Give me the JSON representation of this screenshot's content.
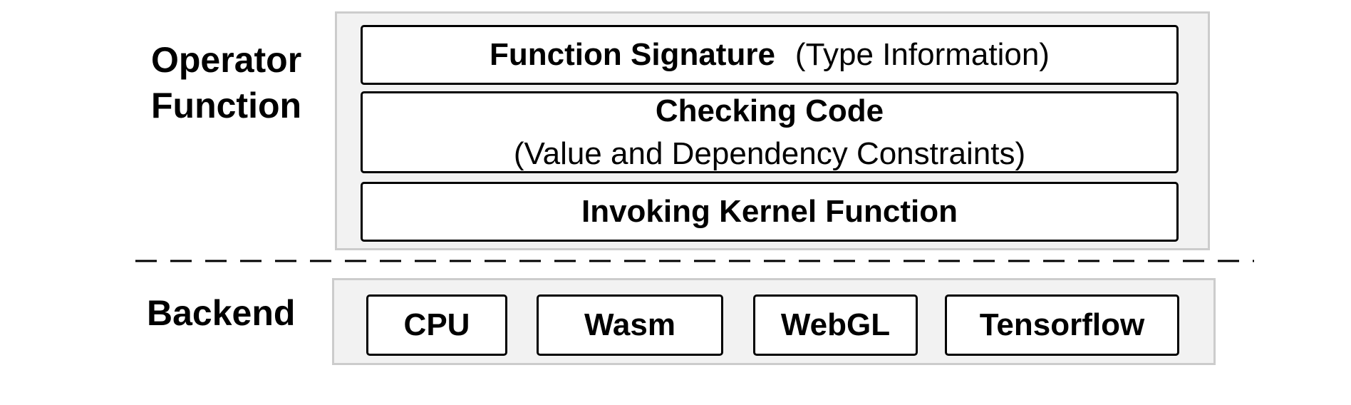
{
  "operator_function": {
    "label_line1": "Operator",
    "label_line2": "Function",
    "signature": {
      "title": "Function Signature",
      "note": "(Type Information)"
    },
    "checking": {
      "title": "Checking Code",
      "note": "(Value and Dependency Constraints)"
    },
    "invoking": {
      "title": "Invoking Kernel Function"
    }
  },
  "backend": {
    "label": "Backend",
    "items": [
      "CPU",
      "Wasm",
      "WebGL",
      "Tensorflow"
    ]
  },
  "colors": {
    "panel_fill": "#f2f2f2",
    "panel_border": "#cccccc",
    "box_border": "#000000",
    "divider": "#000000"
  }
}
